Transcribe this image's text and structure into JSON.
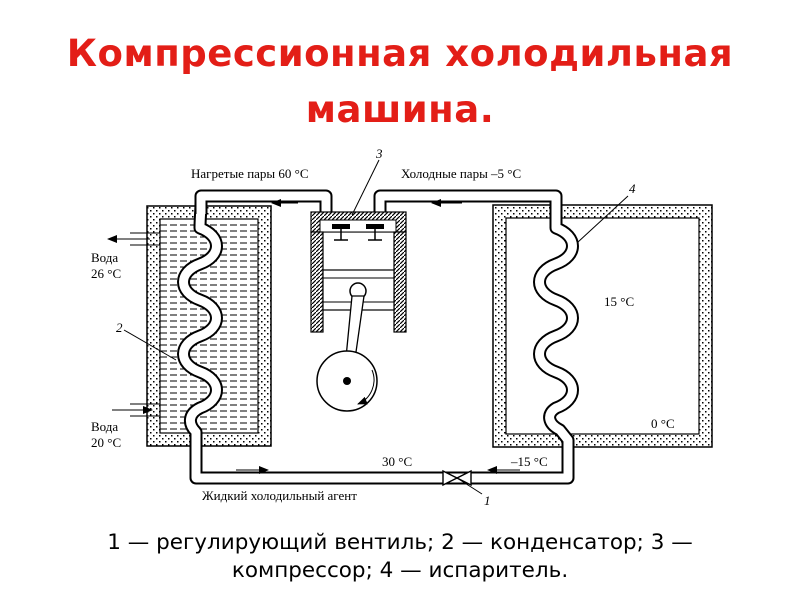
{
  "title": {
    "line1": "Компрессионная холодильная",
    "line2": "машина."
  },
  "diagram": {
    "hot_vapor": "Нагретые пары 60 °C",
    "cold_vapor": "Холодные пары –5 °C",
    "water_out_word": "Вода",
    "water_out_temp": "26 °C",
    "water_in_word": "Вода",
    "water_in_temp": "20 °C",
    "evap_temp_top": "15 °C",
    "evap_temp_bottom": "0 °C",
    "liquid_left_temp": "30 °C",
    "liquid_right_temp": "–15 °C",
    "liquid_agent": "Жидкий холодильный агент",
    "num1": "1",
    "num2": "2",
    "num3": "3",
    "num4": "4"
  },
  "caption": {
    "line1": "1 — регулирующий вентиль; 2 — конденсатор; 3 —",
    "line2": "компрессор; 4 — испаритель."
  }
}
